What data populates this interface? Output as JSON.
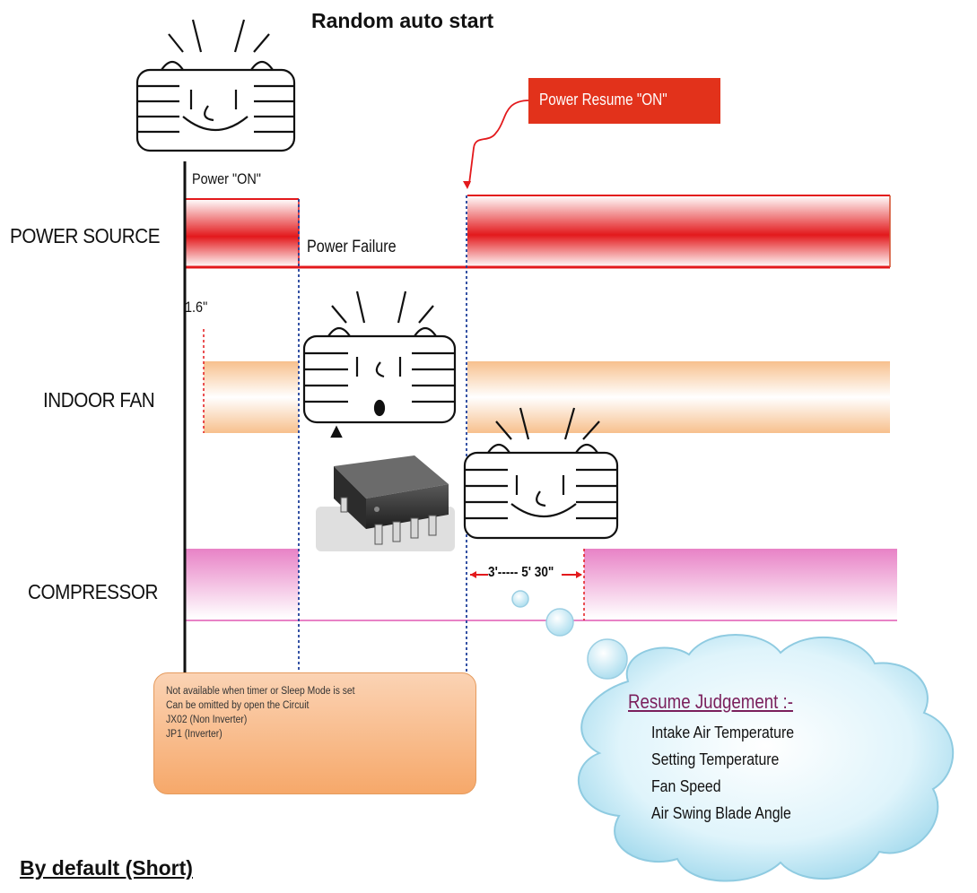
{
  "title": "Random auto start",
  "rows": {
    "power_source": "POWER SOURCE",
    "indoor_fan": "INDOOR FAN",
    "compressor": "COMPRESSOR"
  },
  "annotations": {
    "power_on": "Power \"ON\"",
    "power_failure": "Power Failure",
    "power_resume": "Power  Resume \"ON\"",
    "delay_1_6": "1.6\"",
    "delay_range": "3'----- 5' 30\""
  },
  "note": {
    "lines": [
      "Not available when timer or Sleep Mode is set",
      "Can be omitted  by open the Circuit",
      "JX02 (Non Inverter)",
      "JP1 (Inverter)"
    ]
  },
  "cloud": {
    "heading": "Resume Judgement :-",
    "items": [
      "Intake Air Temperature",
      "Setting Temperature",
      "Fan Speed",
      "Air Swing Blade Angle"
    ]
  },
  "footer": "By default (Short)",
  "colors": {
    "power_red": "#e3191c",
    "fan_orange": "#f7c08d",
    "compressor_pink": "#e882c6",
    "callout_red": "#e2321b",
    "note_orange": "#f6a86a",
    "cloud_blue": "#c8ecf7"
  }
}
